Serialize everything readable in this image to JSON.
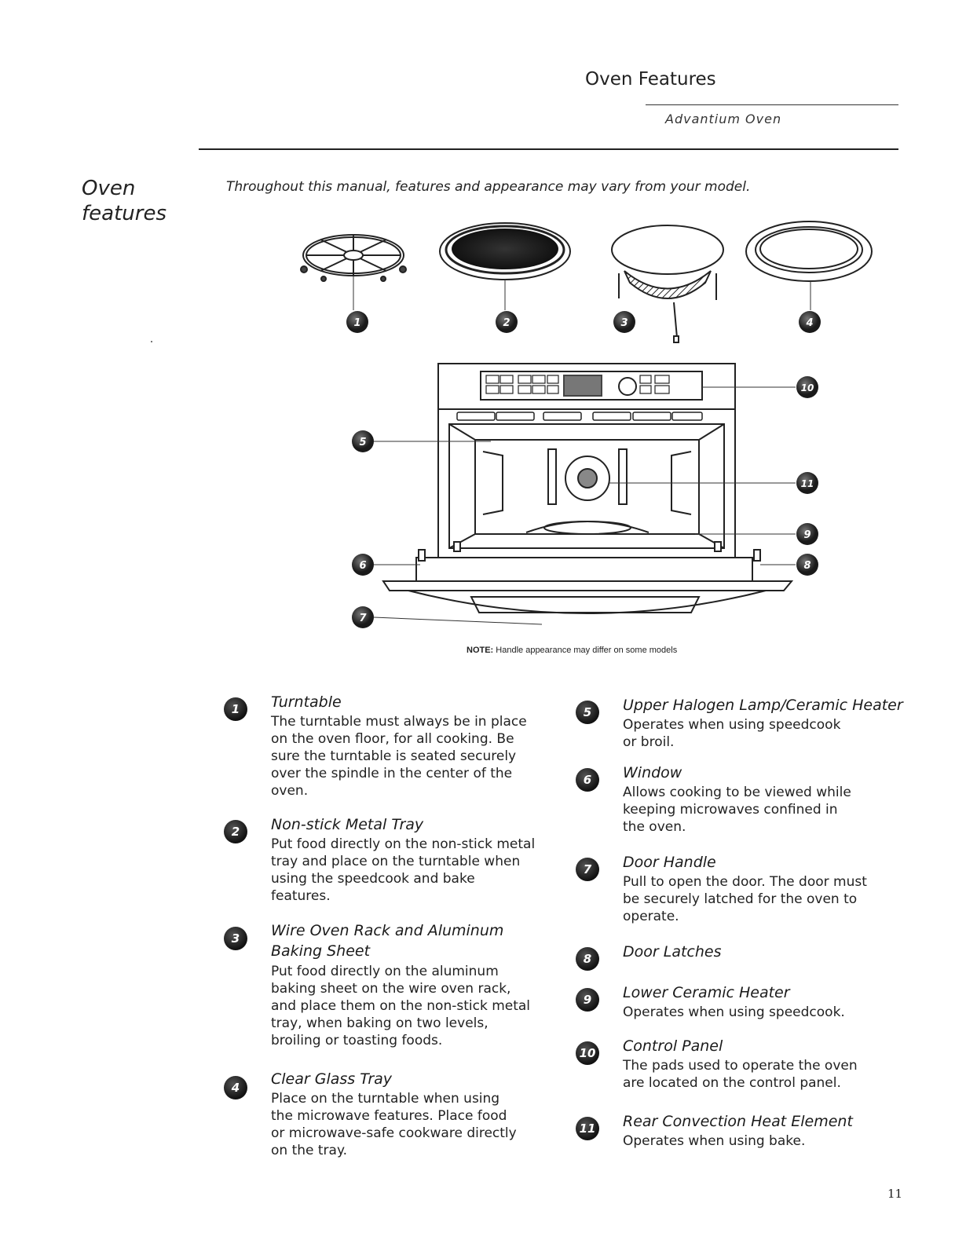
{
  "header": {
    "title": "Oven Features",
    "subtitle": "Advantium Oven"
  },
  "section_title": [
    "Oven",
    "features"
  ],
  "intro": "Throughout this manual, features and appearance may vary from your model.",
  "note": {
    "label": "NOTE:",
    "text": " Handle appearance may differ on some models"
  },
  "diagram_callouts": [
    "1",
    "2",
    "3",
    "4",
    "5",
    "6",
    "7",
    "8",
    "9",
    "10",
    "11"
  ],
  "items_left": [
    {
      "num": "1",
      "title": "Turntable",
      "body": "The turntable must always be in place\non the oven floor, for all cooking. Be\nsure the turntable is seated securely\nover the spindle in the center of the\noven."
    },
    {
      "num": "2",
      "title": "Non-stick Metal Tray",
      "body": "Put food directly on the non-stick metal\ntray and place on the turntable when\nusing the speedcook and bake\nfeatures."
    },
    {
      "num": "3",
      "title": "Wire Oven Rack and Aluminum\nBaking Sheet",
      "body": "Put food directly on the aluminum\nbaking sheet on the wire oven rack,\nand place them on the non-stick metal\ntray, when baking on two levels,\nbroiling or toasting foods."
    },
    {
      "num": "4",
      "title": "Clear Glass Tray",
      "body": "Place on the turntable when using\nthe microwave features. Place food\nor microwave-safe cookware directly\non the tray."
    }
  ],
  "items_right": [
    {
      "num": "5",
      "title": "Upper Halogen Lamp/Ceramic Heater",
      "body": "Operates when using speedcook\nor broil."
    },
    {
      "num": "6",
      "title": "Window",
      "body": "Allows cooking to be viewed while\nkeeping microwaves confined in\nthe oven."
    },
    {
      "num": "7",
      "title": "Door Handle",
      "body": "Pull to open the door. The door must\nbe securely latched for the oven to\noperate."
    },
    {
      "num": "8",
      "title": "Door Latches",
      "body": ""
    },
    {
      "num": "9",
      "title": "Lower Ceramic Heater",
      "body": "Operates when using speedcook."
    },
    {
      "num": "10",
      "title": "Control Panel",
      "body": "The pads used to operate the oven\nare located on the control panel."
    },
    {
      "num": "11",
      "title": "Rear Convection Heat Element",
      "body": "Operates when using bake."
    }
  ],
  "page_number": "11"
}
